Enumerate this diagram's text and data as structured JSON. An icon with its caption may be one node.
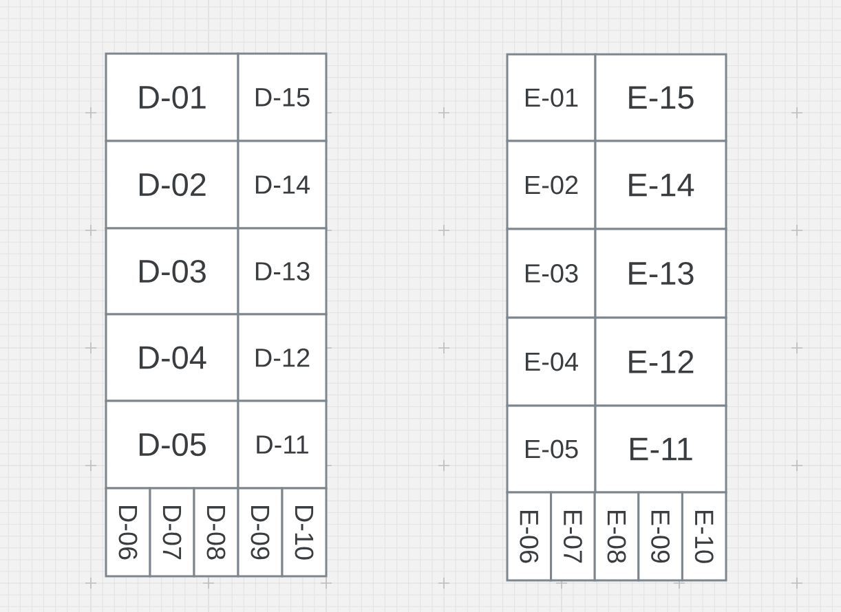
{
  "diagram": {
    "nodes": [
      {
        "text": [
          "D-01"
        ]
      },
      {
        "text": [
          "D-15"
        ]
      },
      {
        "text": [
          "D-02"
        ]
      },
      {
        "text": [
          "D-14"
        ]
      },
      {
        "text": [
          "D-03"
        ]
      },
      {
        "text": [
          "D-13"
        ]
      },
      {
        "text": [
          "D-04"
        ]
      },
      {
        "text": [
          "D-12"
        ]
      },
      {
        "text": [
          "D-05"
        ]
      },
      {
        "text": [
          "D-11"
        ]
      },
      {
        "text": [
          "D-06"
        ]
      },
      {
        "text": [
          "D-07"
        ]
      },
      {
        "text": [
          "D-08"
        ]
      },
      {
        "text": [
          "D-09"
        ]
      },
      {
        "text": [
          "D-10"
        ]
      },
      {
        "text": [
          "E-01"
        ]
      },
      {
        "text": [
          "E-15"
        ]
      },
      {
        "text": [
          "E-02"
        ]
      },
      {
        "text": [
          "E-14"
        ]
      },
      {
        "text": [
          "E-03"
        ]
      },
      {
        "text": [
          "E-13"
        ]
      },
      {
        "text": [
          "E-04"
        ]
      },
      {
        "text": [
          "E-12"
        ]
      },
      {
        "text": [
          "E-05"
        ]
      },
      {
        "text": [
          "E-11"
        ]
      },
      {
        "text": [
          "E-06"
        ]
      },
      {
        "text": [
          "E-07"
        ]
      },
      {
        "text": [
          "E-08"
        ]
      },
      {
        "text": [
          "E-09"
        ]
      },
      {
        "text": [
          "E-10"
        ]
      }
    ]
  }
}
